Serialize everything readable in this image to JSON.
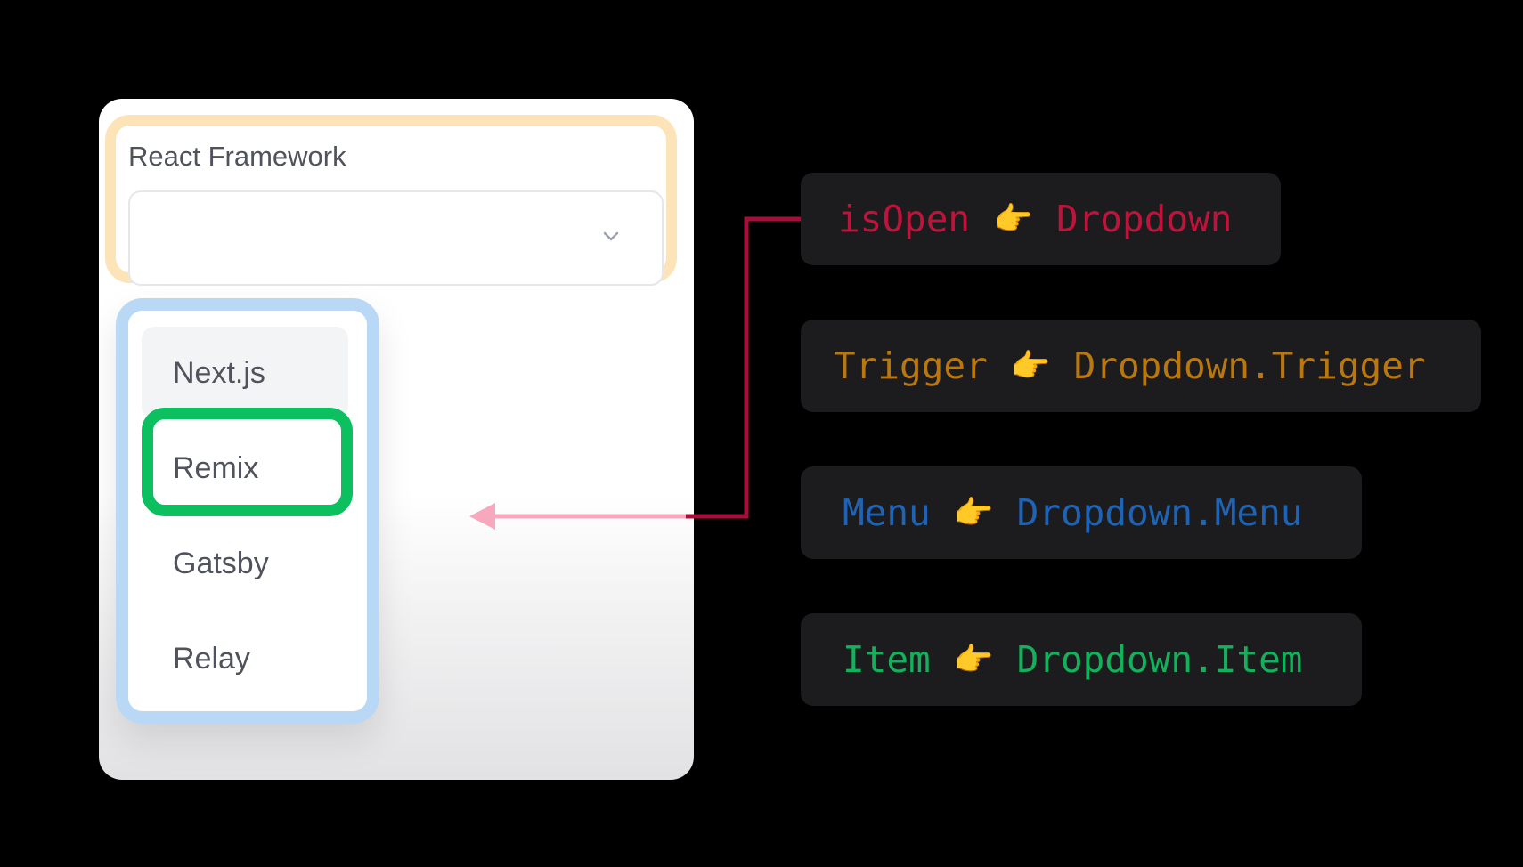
{
  "form": {
    "label": "React Framework",
    "select_value": "",
    "options": [
      "Next.js",
      "Remix",
      "Gatsby",
      "Relay"
    ],
    "hovered_option": "Next.js",
    "highlighted_option": "Remix"
  },
  "mappings": [
    {
      "left": "isOpen",
      "hand": "👉",
      "right": "Dropdown",
      "color": "#c0133b"
    },
    {
      "left": "Trigger",
      "hand": "👉",
      "right": "Dropdown.Trigger",
      "color": "#b9770f"
    },
    {
      "left": "Menu",
      "hand": "👉",
      "right": "Dropdown.Menu",
      "color": "#1f64b4"
    },
    {
      "left": "Item",
      "hand": "👉",
      "right": "Dropdown.Item",
      "color": "#14b15c"
    }
  ],
  "outline_colors": {
    "trigger": "#fde3b8",
    "menu": "#b9d8f6",
    "item": "#0cbf5f",
    "connector": "#a5103a",
    "arrow": "#f8a8bd"
  }
}
